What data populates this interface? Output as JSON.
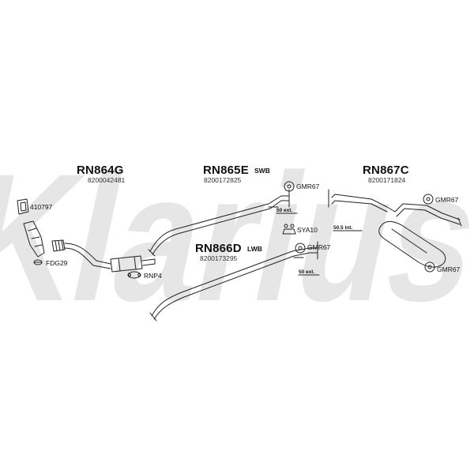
{
  "watermark": {
    "text": "Klarius"
  },
  "assemblies": [
    {
      "code": "RN864G",
      "oe": "8200042481"
    },
    {
      "code": "RN865E",
      "oe": "8200172825",
      "tag": "SWB"
    },
    {
      "code": "RN866D",
      "oe": "8200173295",
      "tag": "LWB"
    },
    {
      "code": "RN867C",
      "oe": "8200171824"
    }
  ],
  "fittings": {
    "f410797": "410797",
    "fdg29": "FDG29",
    "rnp4": "RNP4",
    "gmr67_a": "GMR67",
    "sya10": "SYA10",
    "gmr67_b": "GMR67",
    "gmr67_c": "GMR67",
    "gmr67_d": "GMR67"
  },
  "notes": {
    "ext1": "50 ext.",
    "ext2": "50 ext.",
    "int1": "50.5 int."
  },
  "colors": {
    "line": "#222222",
    "watermark": "#e6e6e6",
    "text": "#111111"
  }
}
